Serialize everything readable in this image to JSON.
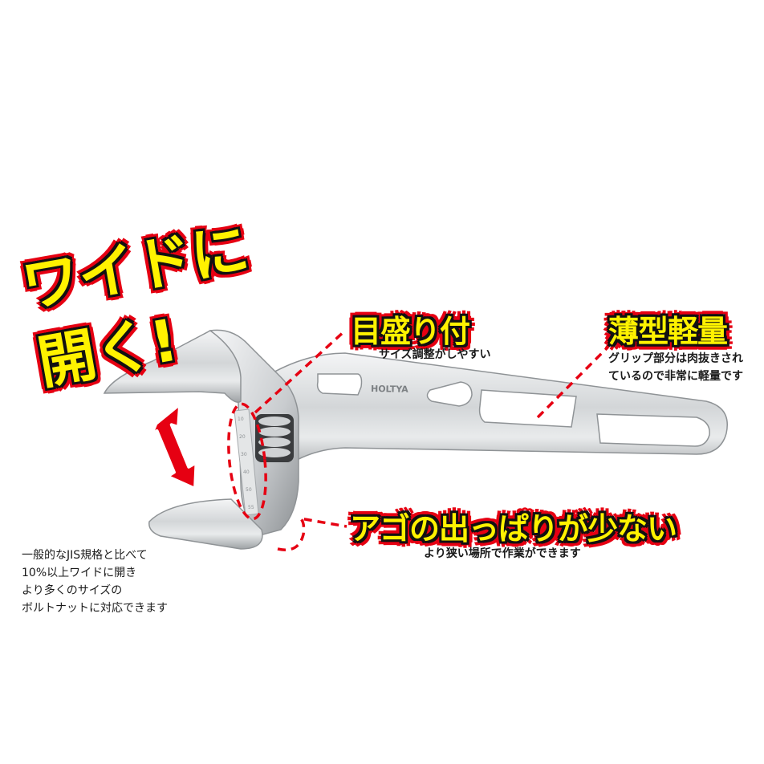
{
  "product": {
    "brand_mark": "HOLTYA",
    "type": "adjustable-wrench",
    "scale_marks": [
      "10",
      "20",
      "30",
      "40",
      "50",
      "55"
    ]
  },
  "colors": {
    "headline_fill": "#fff200",
    "headline_outline": "#e60012",
    "callout_line": "#e60012",
    "arrow": "#e60012",
    "body_text": "#1a1a1a",
    "metal": "#d9dbdc"
  },
  "callouts": {
    "wide_open": {
      "title_line1": "ワイドに",
      "title_line2": "開く!",
      "description": [
        "一般的なJIS規格と比べて",
        "10%以上ワイドに開き",
        "より多くのサイズの",
        "ボルトナットに対応できます"
      ]
    },
    "scale": {
      "title": "目盛り付",
      "description": "サイズ調整がしやすい"
    },
    "lightweight": {
      "title": "薄型軽量",
      "description": [
        "グリップ部分は肉抜きされ",
        "ているので非常に軽量です"
      ]
    },
    "jaw": {
      "title": "アゴの出っぱりが少ない",
      "description": "より狭い場所で作業ができます"
    }
  }
}
